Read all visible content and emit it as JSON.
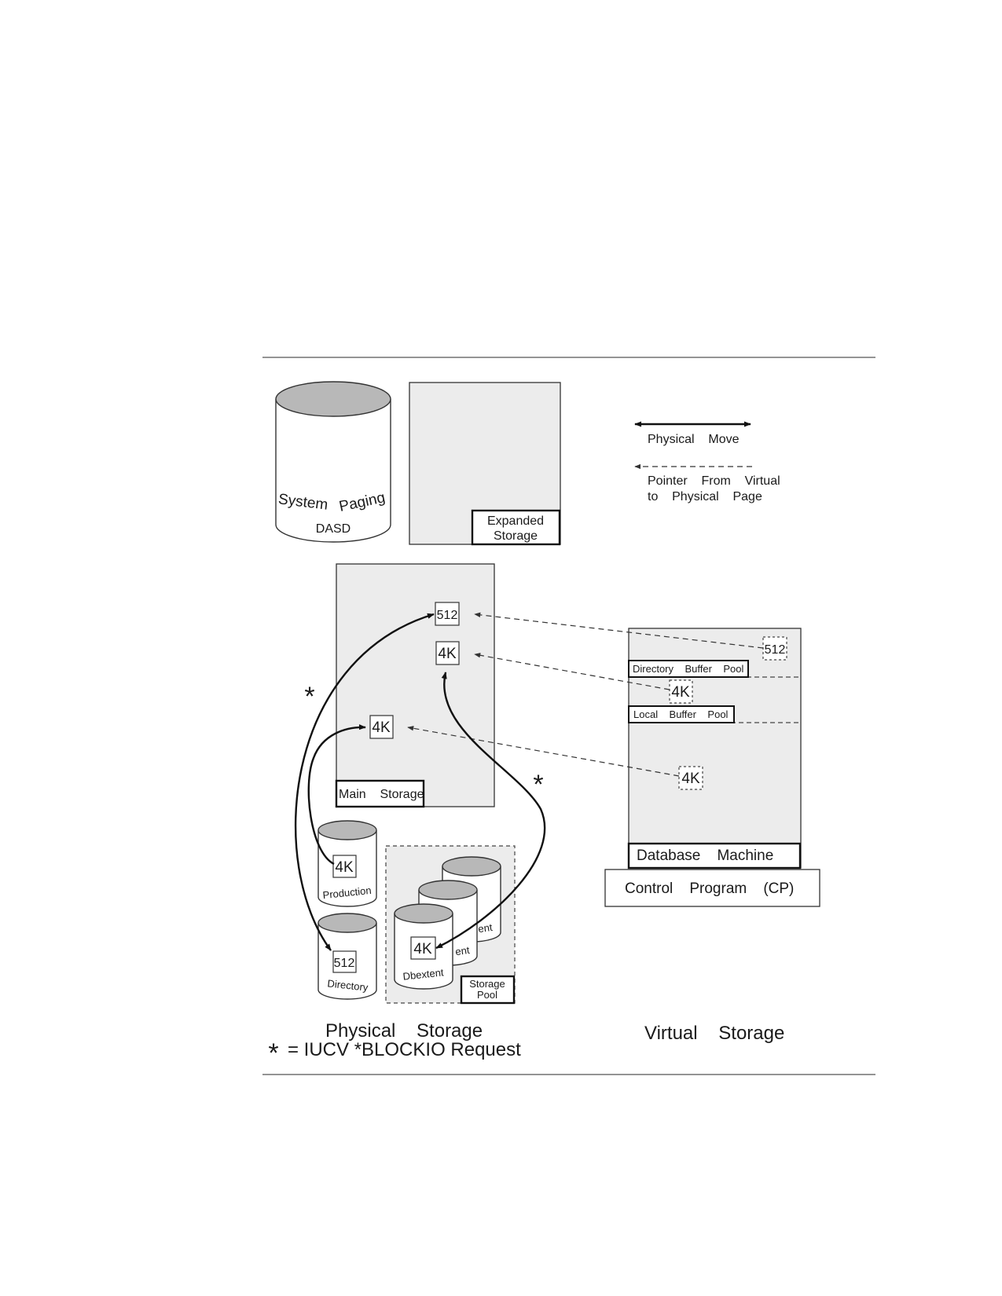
{
  "physical": {
    "dasd_label_1": "System",
    "dasd_label_2": "Paging",
    "dasd_label_3": "DASD",
    "expanded_1": "Expanded",
    "expanded_2": "Storage",
    "main_storage": "Main    Storage",
    "page_512": "512",
    "page_4k": "4K",
    "production": "Production",
    "directory": "Directory",
    "dbextent": "Dbextent",
    "extent_partial_1": "ent",
    "extent_partial_2": "ent",
    "storage_pool_1": "Storage",
    "storage_pool_2": "Pool",
    "caption": "Physical    Storage"
  },
  "legend": {
    "physical_move": "Physical    Move",
    "pointer_line1": "Pointer    From    Virtual",
    "pointer_line2": "to    Physical    Page"
  },
  "virtual": {
    "page_512": "512",
    "page_4k": "4K",
    "directory_buffer_pool": "Directory    Buffer    Pool",
    "local_buffer_pool": "Local    Buffer    Pool",
    "database_machine": "Database    Machine",
    "control_program": "Control    Program    (CP)",
    "caption": "Virtual    Storage"
  },
  "footnote": {
    "marker": "*",
    "text": "= IUCV *BLOCKIO Request"
  },
  "colors": {
    "panel_fill": "#ececec",
    "cylinder_top": "#b8b8b8",
    "line": "#111111"
  }
}
